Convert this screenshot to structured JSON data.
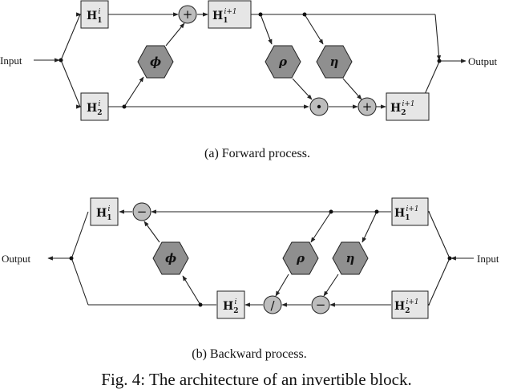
{
  "forward": {
    "input_label": "Input",
    "output_label": "Output",
    "h1": {
      "base": "H",
      "sub": "1",
      "sup": "i"
    },
    "h2": {
      "base": "H",
      "sub": "2",
      "sup": "i"
    },
    "h1_next": {
      "base": "H",
      "sub": "1",
      "sup": "i+1"
    },
    "h2_next": {
      "base": "H",
      "sub": "2",
      "sup": "i+1"
    },
    "phi": "ϕ",
    "rho": "ρ",
    "eta": "η",
    "op_add_top": "+",
    "op_mul": "⊙",
    "op_add_bottom": "+",
    "caption": "(a) Forward process."
  },
  "backward": {
    "input_label": "Input",
    "output_label": "Output",
    "h1": {
      "base": "H",
      "sub": "1",
      "sup": "i"
    },
    "h2": {
      "base": "H",
      "sub": "2",
      "sup": "i"
    },
    "h1_next": {
      "base": "H",
      "sub": "1",
      "sup": "i+1"
    },
    "h2_next": {
      "base": "H",
      "sub": "2",
      "sup": "i+1"
    },
    "phi": "ϕ",
    "rho": "ρ",
    "eta": "η",
    "op_sub_top": "−",
    "op_div": "/",
    "op_sub_bottom": "−",
    "caption": "(b) Backward process."
  },
  "figure_caption": "Fig. 4: The architecture of an invertible block."
}
